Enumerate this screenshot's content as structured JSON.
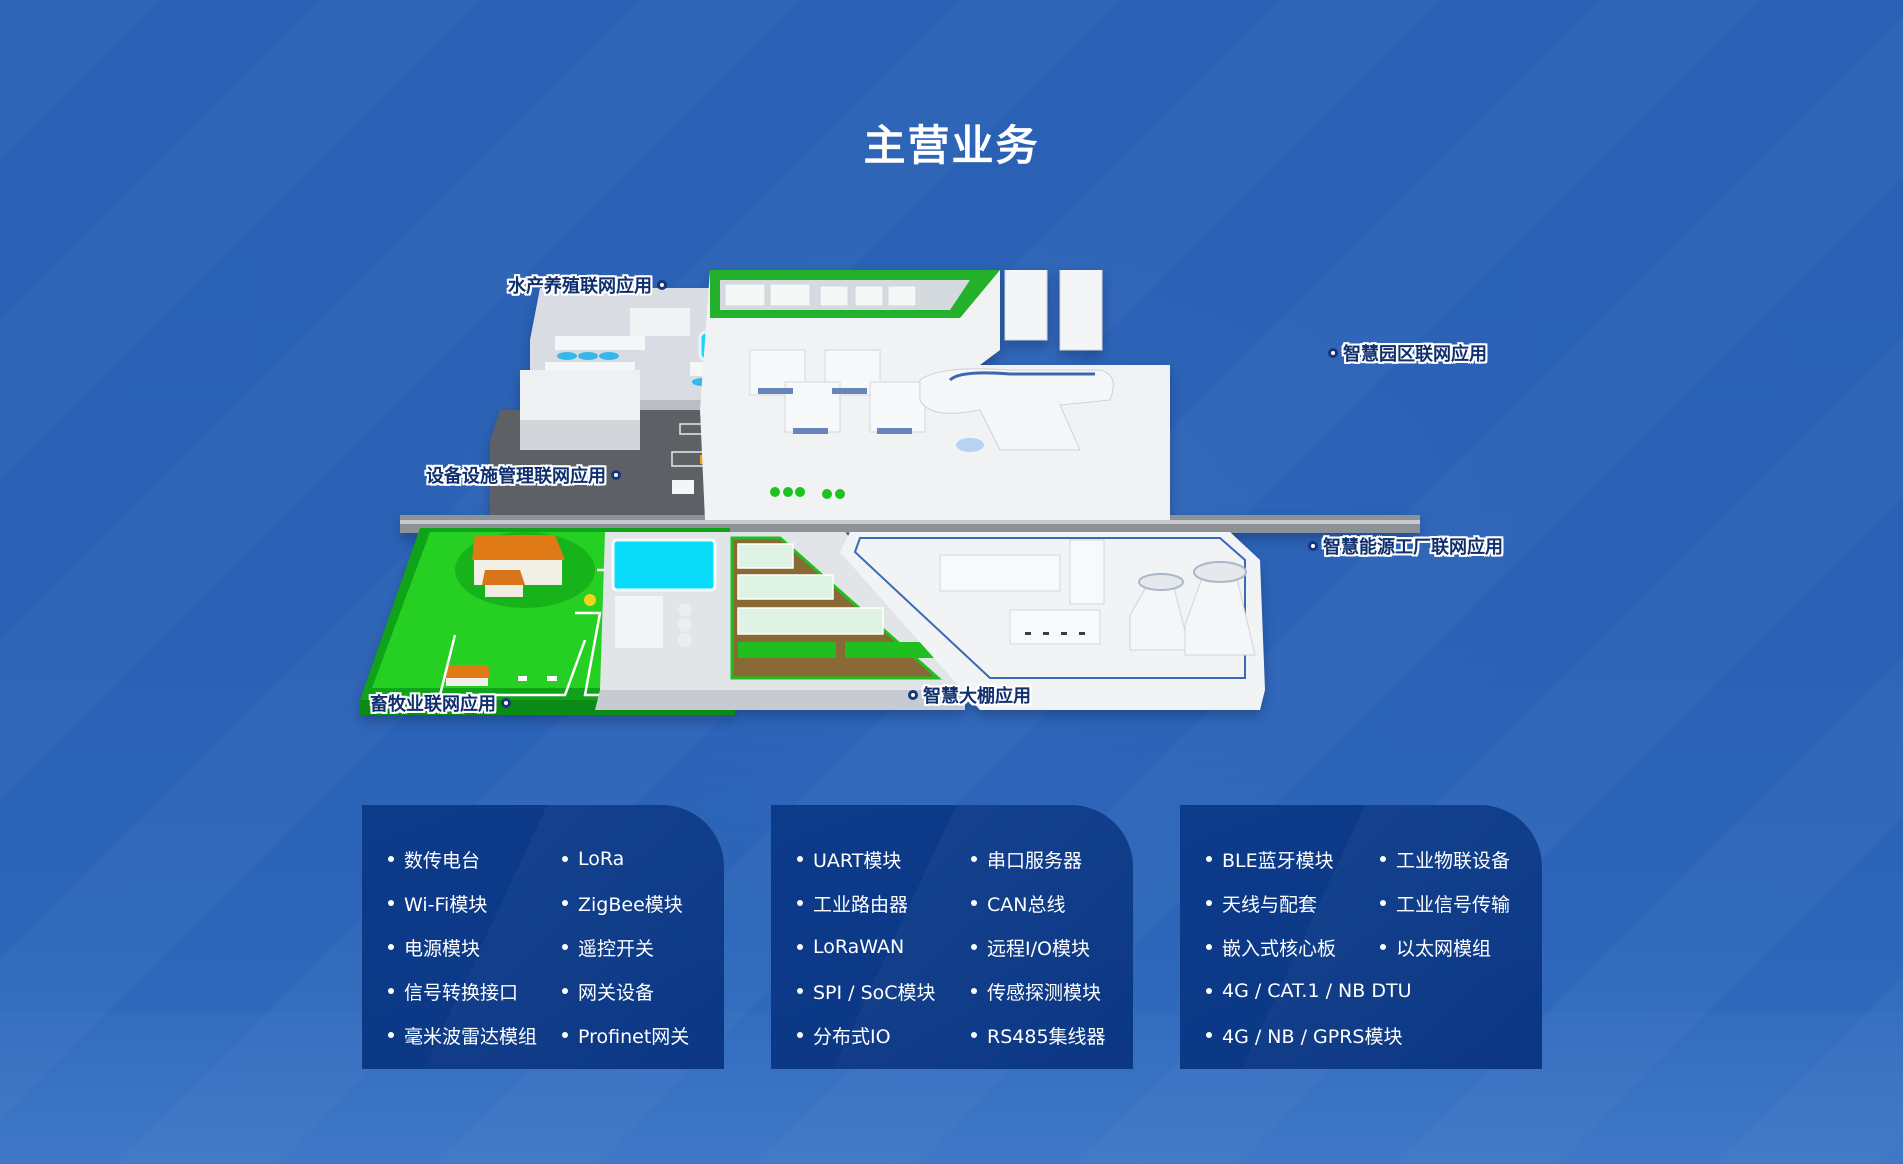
{
  "header": {
    "title": "主营业务"
  },
  "illustration": {
    "labels": [
      {
        "id": "aquaculture",
        "text": "水产养殖联网应用",
        "dot_side": "right"
      },
      {
        "id": "facility-management",
        "text": "设备设施管理联网应用",
        "dot_side": "right"
      },
      {
        "id": "livestock",
        "text": "畜牧业联网应用",
        "dot_side": "right"
      },
      {
        "id": "smart-greenhouse",
        "text": "智慧大棚应用",
        "dot_side": "left"
      },
      {
        "id": "smart-park",
        "text": "智慧园区联网应用",
        "dot_side": "left"
      },
      {
        "id": "smart-energy-factory",
        "text": "智慧能源工厂联网应用",
        "dot_side": "left"
      }
    ]
  },
  "cards": [
    {
      "items": [
        "数传电台",
        "LoRa",
        "Wi-Fi模块",
        "ZigBee模块",
        "电源模块",
        "遥控开关",
        "信号转换接口",
        "网关设备",
        "毫米波雷达模组",
        "Profinet网关"
      ]
    },
    {
      "items": [
        "UART模块",
        "串口服务器",
        "工业路由器",
        "CAN总线",
        "LoRaWAN",
        "远程I/O模块",
        "SPI / SoC模块",
        "传感探测模块",
        "分布式IO",
        "RS485集线器"
      ]
    },
    {
      "items": [
        "BLE蓝牙模块",
        "工业物联设备",
        "天线与配套",
        "工业信号传输",
        "嵌入式核心板",
        "以太网模组",
        "4G / CAT.1 / NB DTU",
        "4G / NB / GPRS模块"
      ]
    }
  ],
  "colors": {
    "background": "#2a61b5",
    "card": "#0c3a88",
    "label_text": "#0f2f6e",
    "grass": "#22c21f",
    "water": "#1ad6f5",
    "soil": "#8a6a34"
  }
}
